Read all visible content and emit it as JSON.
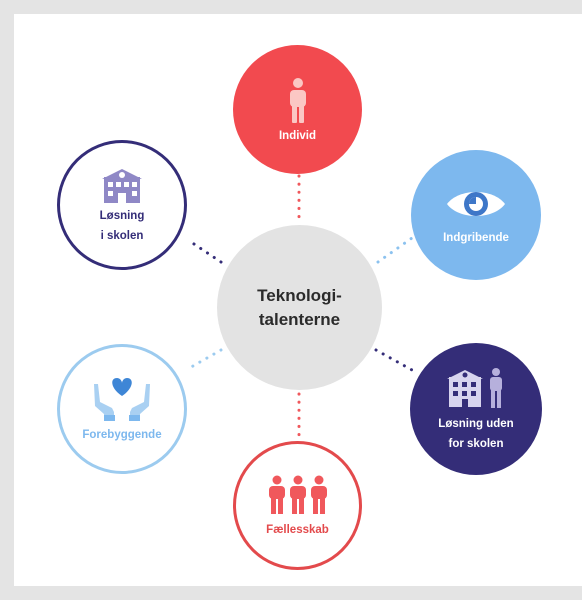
{
  "center": {
    "line1": "Teknologi-",
    "line2": "talenterne"
  },
  "nodes": {
    "individ": {
      "label": "Individ",
      "color": "#f24a4f"
    },
    "indgribende": {
      "label": "Indgribende",
      "color": "#7db8ee"
    },
    "losning_uden": {
      "line1": "Løsning uden",
      "line2": "for skolen",
      "color": "#342d78"
    },
    "faellesskab": {
      "label": "Fællesskab",
      "color": "#e34a4c"
    },
    "forebyggende": {
      "label": "Forebyggende",
      "color": "#9ccbef"
    },
    "losning_i": {
      "line1": "Løsning",
      "line2": "i skolen",
      "color": "#342d78"
    }
  },
  "icons": {
    "individ": "person-icon",
    "indgribende": "eye-icon",
    "losning_uden": "building-person-icon",
    "faellesskab": "group-icon",
    "forebyggende": "hands-heart-icon",
    "losning_i": "school-building-icon"
  }
}
